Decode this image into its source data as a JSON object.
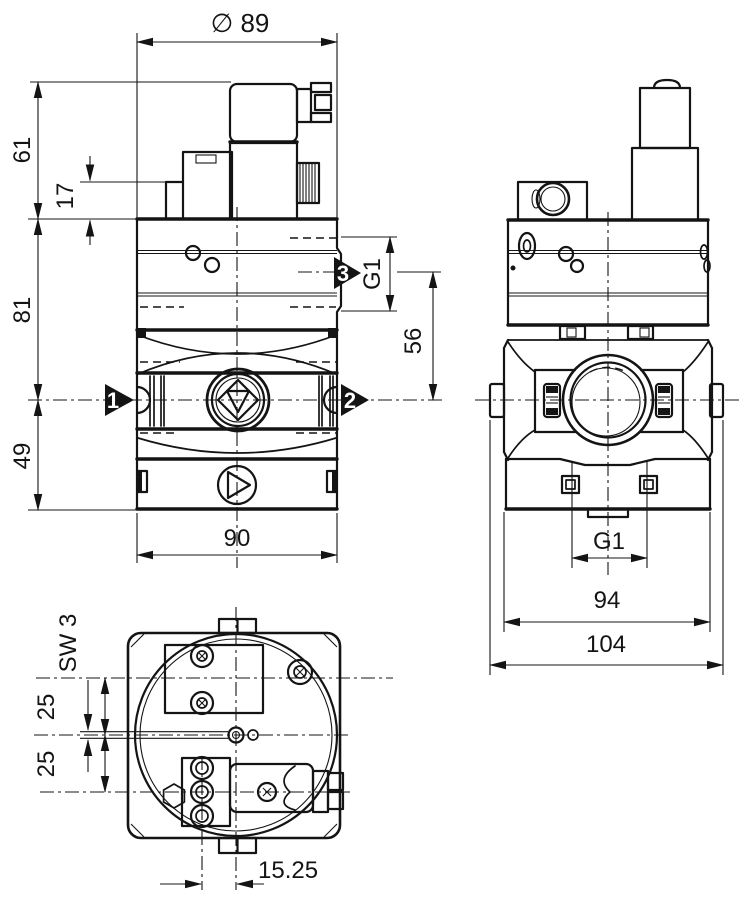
{
  "drawing": {
    "front_view": {
      "dim_diameter": "∅ 89",
      "dim_height_solenoid": "61",
      "dim_height_adapter": "17",
      "dim_height_upper": "81",
      "dim_height_lower": "49",
      "dim_width_body": "90",
      "dim_port3_thread": "G1",
      "dim_port3_height": "56",
      "port1_label": "1",
      "port2_label": "2",
      "port3_label": "3"
    },
    "side_view": {
      "dim_thread": "G1",
      "dim_width_body": "94",
      "dim_width_overall": "104"
    },
    "bottom_view": {
      "dim_wrench_size": "SW 3",
      "dim_offset_upper": "25",
      "dim_offset_lower": "25",
      "dim_terminal_offset": "15.25"
    },
    "colors": {
      "ink": "#141414",
      "paper": "#ffffff"
    }
  }
}
